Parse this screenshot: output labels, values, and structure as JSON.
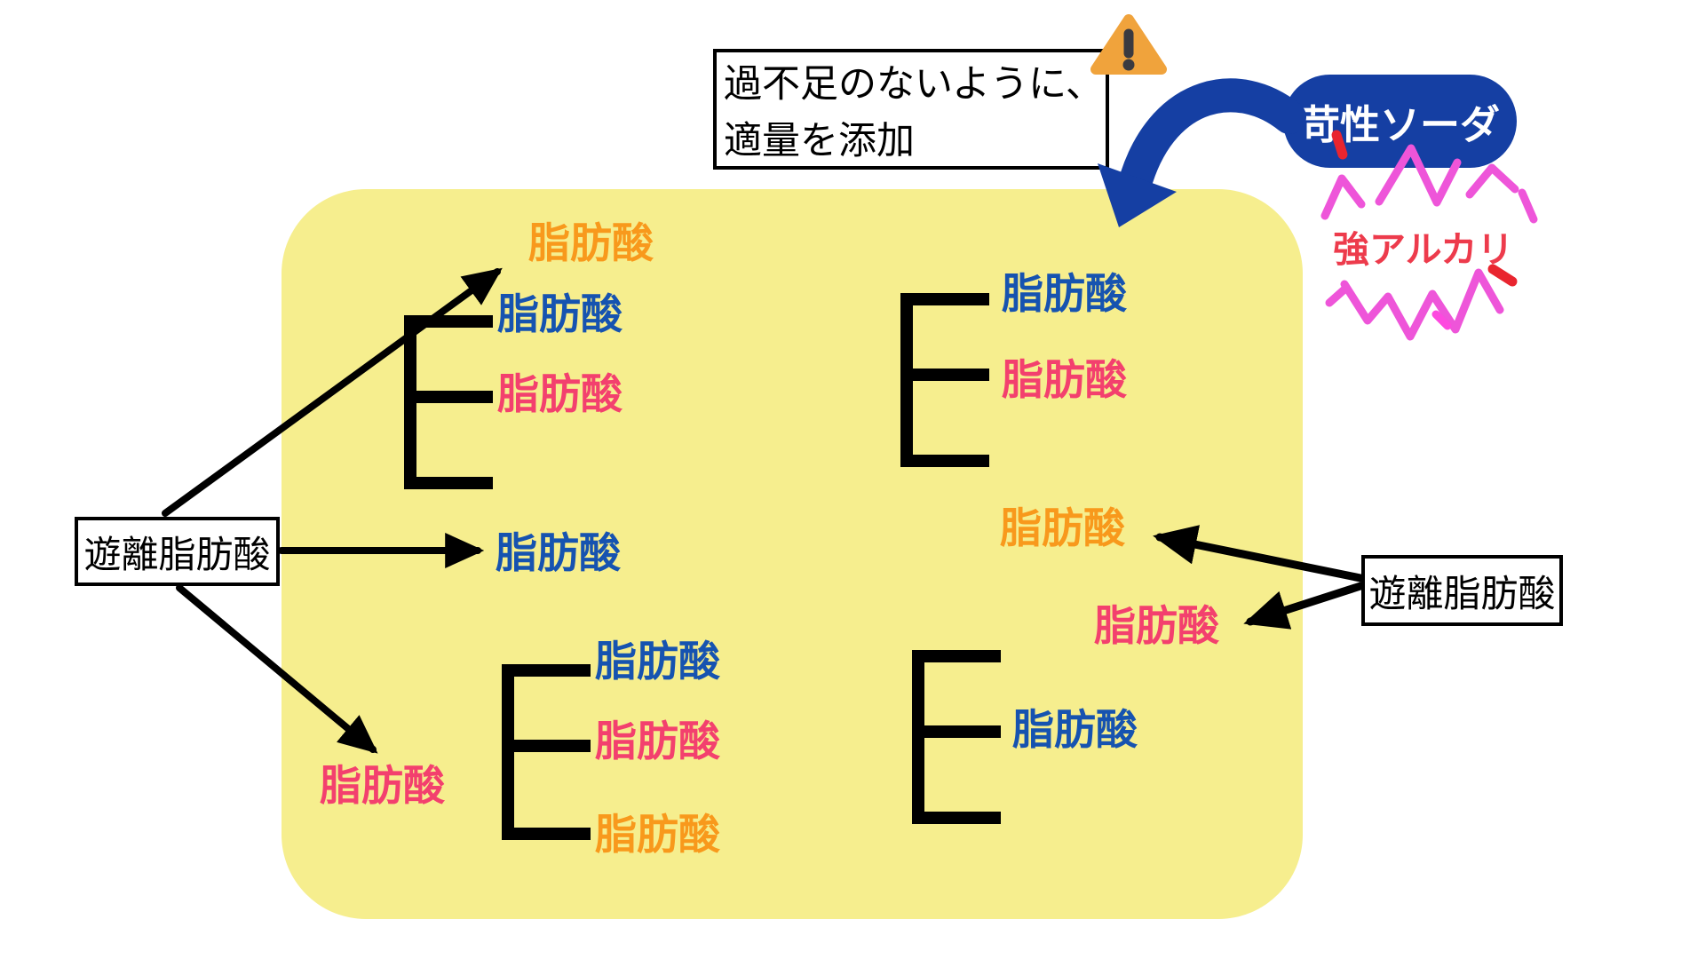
{
  "annotation_note": {
    "line1": "過不足のないように、",
    "line2": "適量を添加",
    "icon": "warning-triangle"
  },
  "reagent": {
    "label": "苛性ソーダ",
    "caption": "強アルカリ",
    "arrow_icon": "curved-arrow",
    "burst_icon": "starburst"
  },
  "free_fatty_acid_box_left": {
    "label": "遊離脂肪酸"
  },
  "free_fatty_acid_box_right": {
    "label": "遊離脂肪酸"
  },
  "glycerides": [
    {
      "position": "top-left",
      "attached": [
        {
          "color": "blue",
          "label": "脂肪酸"
        },
        {
          "color": "pink",
          "label": "脂肪酸"
        }
      ]
    },
    {
      "position": "top-right",
      "attached": [
        {
          "color": "blue",
          "label": "脂肪酸"
        },
        {
          "color": "pink",
          "label": "脂肪酸"
        }
      ]
    },
    {
      "position": "bottom-center",
      "attached": [
        {
          "color": "blue",
          "label": "脂肪酸"
        },
        {
          "color": "pink",
          "label": "脂肪酸"
        },
        {
          "color": "orange",
          "label": "脂肪酸"
        }
      ]
    },
    {
      "position": "bottom-right",
      "attached": [
        {
          "color": "blue",
          "label": "脂肪酸"
        }
      ]
    }
  ],
  "free_acids": [
    {
      "position": "top-left-released",
      "color": "orange",
      "label": "脂肪酸"
    },
    {
      "position": "middle-left-released",
      "color": "blue",
      "label": "脂肪酸"
    },
    {
      "position": "bottom-left-released",
      "color": "pink",
      "label": "脂肪酸"
    },
    {
      "position": "right-upper-released",
      "color": "orange",
      "label": "脂肪酸"
    },
    {
      "position": "right-lower-released",
      "color": "pink",
      "label": "脂肪酸"
    }
  ],
  "colors": {
    "panel_yellow": "#F6EE8E",
    "fatty_acid_blue": "#1653B0",
    "fatty_acid_pink": "#F3406E",
    "fatty_acid_orange": "#F8991C",
    "reagent_blue": "#153FA3",
    "burst_magenta": "#EE55D9",
    "alkali_red": "#ED3B4C",
    "warning_orange": "#F0A33C"
  }
}
